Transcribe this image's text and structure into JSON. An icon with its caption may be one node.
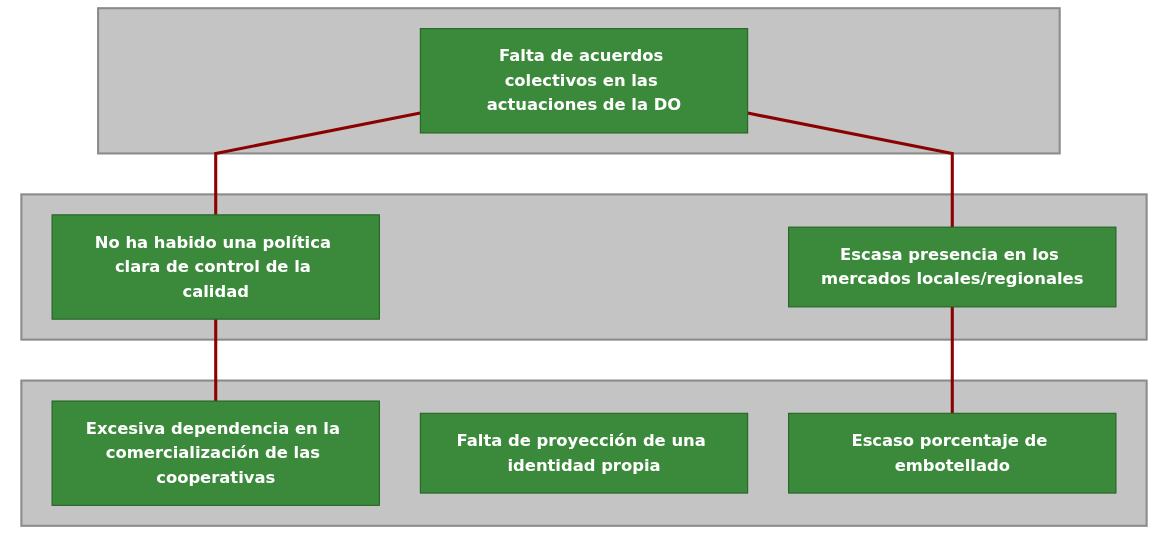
{
  "diagram": {
    "nodes": [
      {
        "text": [],
        "shape": "box"
      },
      {
        "text": [
          "Falta de acuerdos colectivos en las actuaciones de la DO"
        ],
        "in": 0
      },
      {
        "text": [],
        "shape": "box"
      },
      {
        "text": [
          "No ha habido una política clara de control de la calidad"
        ],
        "in": 2
      },
      {
        "text": [
          "Escasa presencia en los mercados locales/regionales"
        ],
        "in": 2
      },
      {
        "text": [],
        "shape": "box"
      },
      {
        "text": [
          "Excesiva dependencia en la comercialización de las cooperativas"
        ],
        "in": 5
      },
      {
        "text": [
          "Falta de proyección de una identidad propia"
        ],
        "in": 5
      },
      {
        "text": [
          "Escaso porcentaje de embotellado"
        ],
        "in": 5
      }
    ],
    "edges": [
      {
        "from": 1,
        "to": 3,
        "arrow": "none"
      },
      {
        "from": 1,
        "to": 4,
        "arrow": "none"
      },
      {
        "from": 3,
        "to": 6,
        "arrow": "none"
      },
      {
        "from": 4,
        "to": 8,
        "arrow": "none"
      }
    ]
  }
}
